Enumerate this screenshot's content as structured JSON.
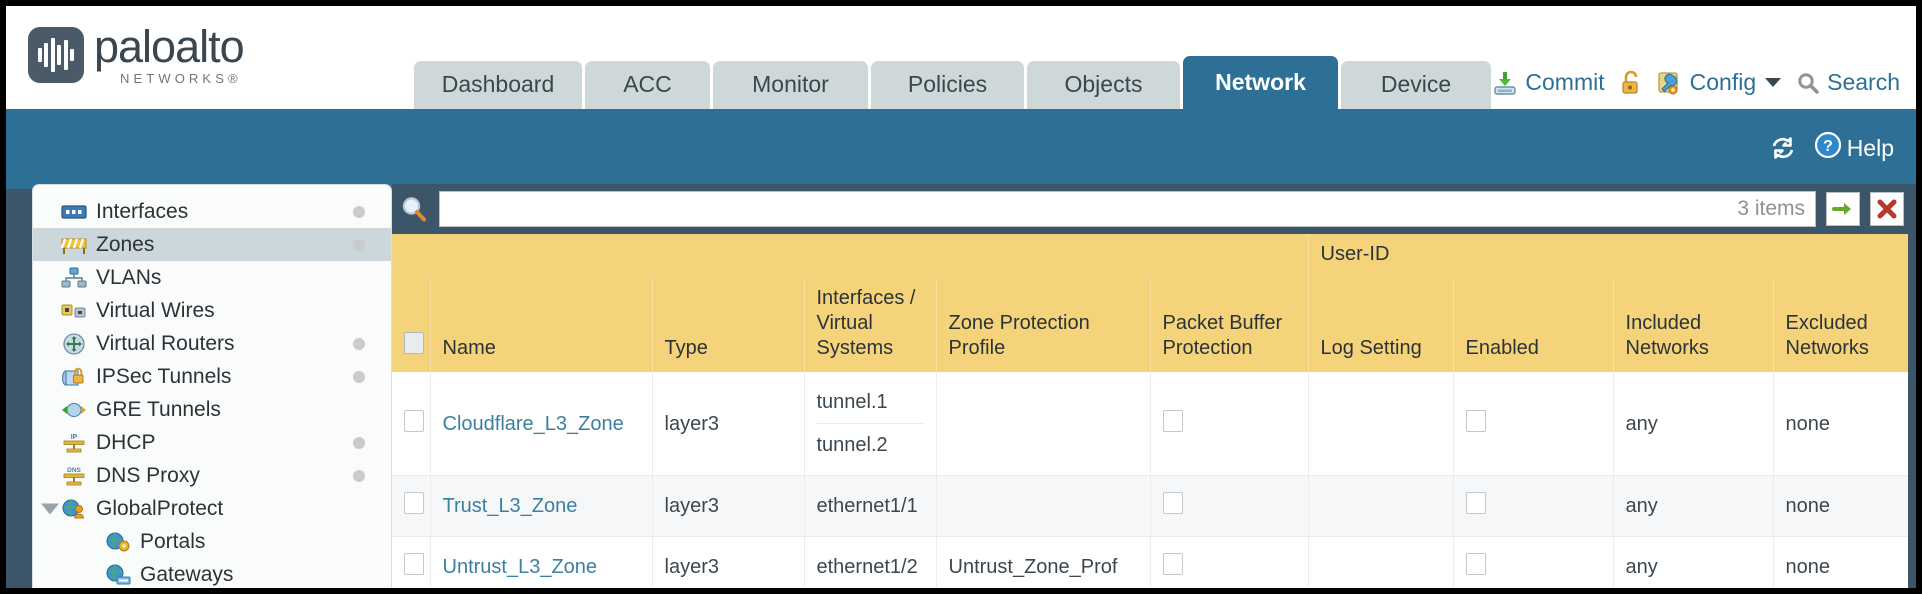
{
  "brand": {
    "name": "paloalto",
    "sub": "NETWORKS®"
  },
  "nav": {
    "tabs": [
      {
        "label": "Dashboard",
        "active": false,
        "width": 168
      },
      {
        "label": "ACC",
        "active": false,
        "width": 125
      },
      {
        "label": "Monitor",
        "active": false,
        "width": 155
      },
      {
        "label": "Policies",
        "active": false,
        "width": 153
      },
      {
        "label": "Objects",
        "active": false,
        "width": 153
      },
      {
        "label": "Network",
        "active": true,
        "width": 155
      },
      {
        "label": "Device",
        "active": false,
        "width": 150
      }
    ]
  },
  "toolbar": {
    "commit_label": "Commit",
    "config_label": "Config",
    "search_label": "Search",
    "lock_icon": "unlock-icon",
    "commit_icon": "commit-icon",
    "config_icon": "config-icon",
    "search_icon": "search-icon",
    "caret_icon": "chevron-down-icon"
  },
  "band": {
    "refresh_icon": "refresh-icon",
    "help_label": "Help",
    "help_icon": "help-icon"
  },
  "sidebar": {
    "items": [
      {
        "label": "Interfaces",
        "icon": "interfaces-icon",
        "dot": true,
        "selected": false,
        "child": false,
        "triangle": false
      },
      {
        "label": "Zones",
        "icon": "zones-icon",
        "dot": true,
        "selected": true,
        "child": false,
        "triangle": false
      },
      {
        "label": "VLANs",
        "icon": "vlans-icon",
        "dot": false,
        "selected": false,
        "child": false,
        "triangle": false
      },
      {
        "label": "Virtual Wires",
        "icon": "virtual-wires-icon",
        "dot": false,
        "selected": false,
        "child": false,
        "triangle": false
      },
      {
        "label": "Virtual Routers",
        "icon": "virtual-routers-icon",
        "dot": true,
        "selected": false,
        "child": false,
        "triangle": false
      },
      {
        "label": "IPSec Tunnels",
        "icon": "ipsec-tunnels-icon",
        "dot": true,
        "selected": false,
        "child": false,
        "triangle": false
      },
      {
        "label": "GRE Tunnels",
        "icon": "gre-tunnels-icon",
        "dot": false,
        "selected": false,
        "child": false,
        "triangle": false
      },
      {
        "label": "DHCP",
        "icon": "dhcp-icon",
        "dot": true,
        "selected": false,
        "child": false,
        "triangle": false
      },
      {
        "label": "DNS Proxy",
        "icon": "dns-proxy-icon",
        "dot": true,
        "selected": false,
        "child": false,
        "triangle": false
      },
      {
        "label": "GlobalProtect",
        "icon": "globalprotect-icon",
        "dot": false,
        "selected": false,
        "child": false,
        "triangle": true
      },
      {
        "label": "Portals",
        "icon": "portals-icon",
        "dot": false,
        "selected": false,
        "child": true,
        "triangle": false
      },
      {
        "label": "Gateways",
        "icon": "gateways-icon",
        "dot": false,
        "selected": false,
        "child": true,
        "triangle": false
      }
    ]
  },
  "search": {
    "value": "",
    "placeholder": "",
    "items_count": "3 items",
    "glass_icon": "search-icon",
    "apply_icon": "apply-filter-arrow-icon",
    "clear_icon": "clear-filter-x-icon"
  },
  "table": {
    "group_header": "User-ID",
    "columns": [
      "Name",
      "Type",
      "Interfaces / Virtual Systems",
      "Zone Protection Profile",
      "Packet Buffer Protection",
      "Log Setting",
      "Enabled",
      "Included Networks",
      "Excluded Networks"
    ],
    "rows": [
      {
        "name": "Cloudflare_L3_Zone",
        "type": "layer3",
        "interfaces": [
          "tunnel.1",
          "tunnel.2"
        ],
        "zone_protection_profile": "",
        "packet_buffer_protection": false,
        "log_setting": "",
        "userid_enabled": false,
        "included_networks": "any",
        "excluded_networks": "none",
        "selected": false,
        "alt": false
      },
      {
        "name": "Trust_L3_Zone",
        "type": "layer3",
        "interfaces": [
          "ethernet1/1"
        ],
        "zone_protection_profile": "",
        "packet_buffer_protection": false,
        "log_setting": "",
        "userid_enabled": false,
        "included_networks": "any",
        "excluded_networks": "none",
        "selected": false,
        "alt": true
      },
      {
        "name": "Untrust_L3_Zone",
        "type": "layer3",
        "interfaces": [
          "ethernet1/2"
        ],
        "zone_protection_profile": "Untrust_Zone_Prof",
        "packet_buffer_protection": false,
        "log_setting": "",
        "userid_enabled": false,
        "included_networks": "any",
        "excluded_networks": "none",
        "selected": false,
        "alt": false
      }
    ]
  },
  "colors": {
    "header_band": "#2e6f96",
    "table_header": "#f5d37a",
    "group_header": "#e6bc56",
    "page_bg": "#3d5568",
    "link": "#3d7f9e"
  }
}
